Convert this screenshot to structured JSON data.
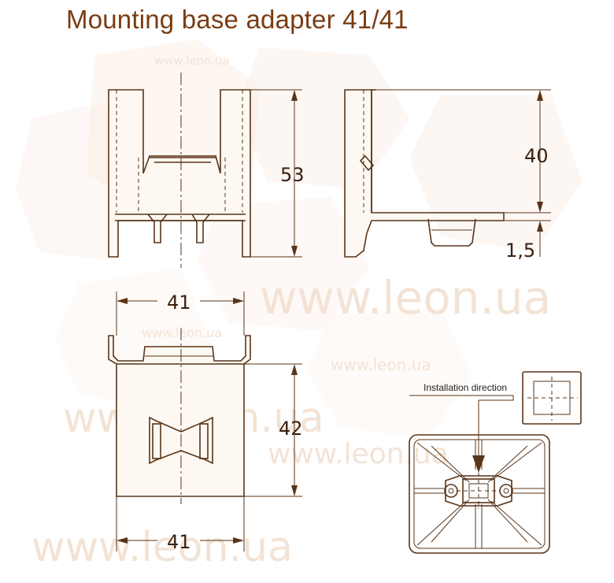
{
  "title": "Mounting base adapter 41/41",
  "watermark": "www.leon.ua",
  "dimensions": {
    "height_total": "53",
    "height_side": "40",
    "thickness": "1,5",
    "width_front": "41",
    "depth_top": "42",
    "width_top": "41"
  },
  "callout": "Installation direction",
  "colors": {
    "title": "#7a3c12",
    "line": "#5a3418",
    "watermark": "#f3e3d5"
  }
}
